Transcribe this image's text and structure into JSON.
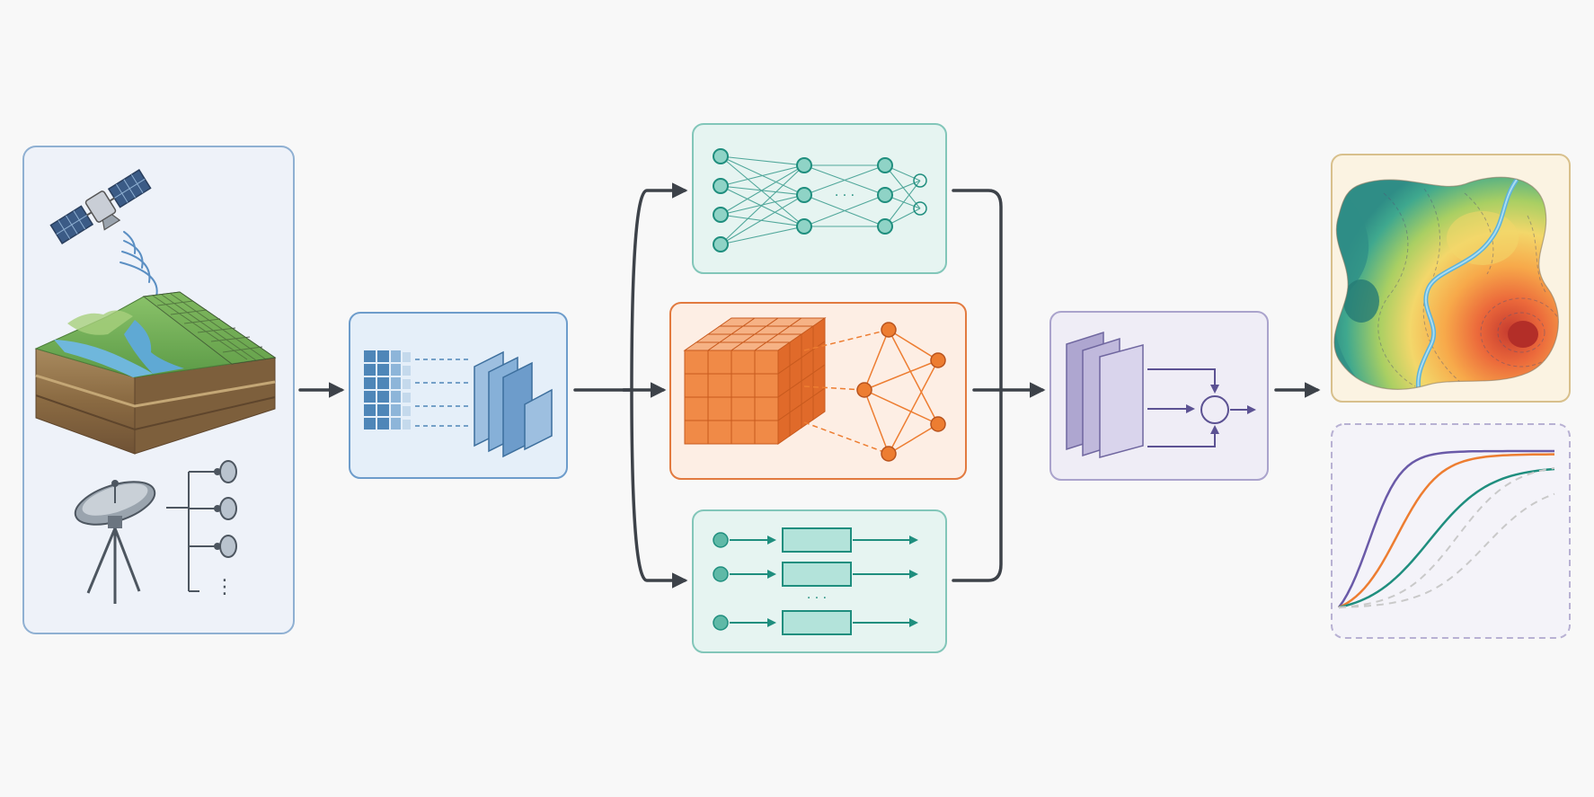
{
  "colors": {
    "background": "#f8f8f8",
    "arrow": "#3d4249",
    "input_panel_fill": "#eef2f9",
    "input_panel_border": "#8fb0d2",
    "feature_fill": "#e5eff9",
    "feature_border": "#6d9ccb",
    "feature_blue": "#4e86b8",
    "mlp_fill": "#e6f4f1",
    "mlp_border": "#82c6b9",
    "teal": "#1f8e7e",
    "teal_light": "#8fd3c6",
    "cnn_fill": "#fdeee4",
    "cnn_border": "#e27a3f",
    "orange": "#ed7d31",
    "orange_light": "#f6b285",
    "fusion_fill": "#efedf6",
    "fusion_border": "#aaa3cc",
    "purple": "#5c5293",
    "purple_light": "#b9b2d9",
    "map_fill": "#fbf3e2",
    "map_border": "#d8c08c",
    "curve_panel_border": "#b8b1d3"
  },
  "icons": {
    "satellite": "satellite-icon",
    "terrain": "terrain-block-icon",
    "radar": "radar-dish-icon",
    "sensors": "sensor-network-icon",
    "feature_grid": "feature-grid-icon",
    "feature_maps": "feature-map-stack-icon",
    "dense_network": "dense-network-icon",
    "voxel_cube": "voxel-cube-icon",
    "graph": "graph-network-icon",
    "recurrent": "sequence-blocks-icon",
    "fusion": "fusion-icon",
    "risk_map": "risk-map-icon",
    "curves": "probability-curves-icon"
  },
  "mlp_ellipsis": "· · ·",
  "seq_ellipsis": "· · ·",
  "sensor_ellipsis": "⋮",
  "curve_series": [
    {
      "color": "#6a5aa8",
      "style": "solid",
      "midpoint": 0.14,
      "steepness": 0.075
    },
    {
      "color": "#ed7d31",
      "style": "solid",
      "midpoint": 0.27,
      "steepness": 0.1
    },
    {
      "color": "#1f8e7e",
      "style": "solid",
      "midpoint": 0.42,
      "steepness": 0.14
    },
    {
      "color": "#c9c9c9",
      "style": "dashed",
      "midpoint": 0.55,
      "steepness": 0.13
    },
    {
      "color": "#c9c9c9",
      "style": "dashed",
      "midpoint": 0.68,
      "steepness": 0.14
    }
  ]
}
